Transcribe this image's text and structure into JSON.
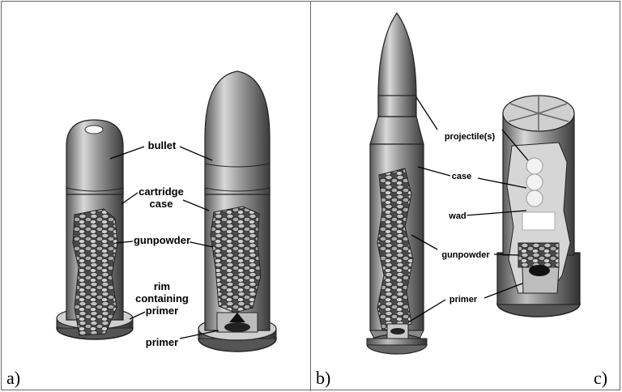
{
  "panels": {
    "a": {
      "letter": "a)"
    },
    "b": {
      "letter": "b)"
    },
    "c": {
      "letter": "c)"
    }
  },
  "labels": {
    "bullet": "bullet",
    "cartridge_line1": "cartridge",
    "cartridge_line2": "case",
    "gunpowder_a": "gunpowder",
    "rim_line1": "rim",
    "rim_line2": "containing",
    "rim_line3": "primer",
    "primer_a": "primer",
    "projectiles": "projectile(s)",
    "case_b": "case",
    "wad": "wad",
    "gunpowder_b": "gunpowder",
    "primer_b": "primer"
  }
}
